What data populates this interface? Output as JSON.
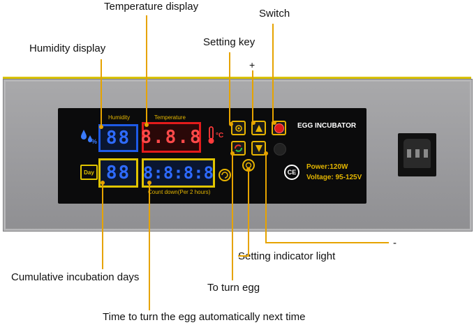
{
  "callouts": {
    "temperature_display": "Temperature display",
    "switch": "Switch",
    "humidity_display": "Humidity display",
    "setting_key": "Setting key",
    "plus": "+",
    "minus": "-",
    "setting_indicator_light": "Setting indicator light",
    "cumulative_days": "Cumulative incubation days",
    "to_turn_egg": "To turn egg",
    "time_to_turn": "Time to turn the egg automatically next time"
  },
  "panel": {
    "humidity_label": "Humidity",
    "temperature_label": "Temperature",
    "humidity_digits": "88",
    "temperature_digits": "8.8.8",
    "days_digits": "88",
    "countdown_digits": "8:8:8:8",
    "countdown_label": "Count down(Per 2 hours)",
    "day_icon_text": "Day",
    "brand_title": "EGG INCUBATOR",
    "power": "Power:120W",
    "voltage": "Voltage: 95-125V",
    "ce_mark": "CE",
    "celsius_mark": "°C",
    "humidity_mark": "%"
  },
  "colors": {
    "callout_line": "#e6a300",
    "digit_blue": "#2e6bff",
    "digit_red": "#ff4a4a",
    "frame_yellow": "#e0c400"
  }
}
